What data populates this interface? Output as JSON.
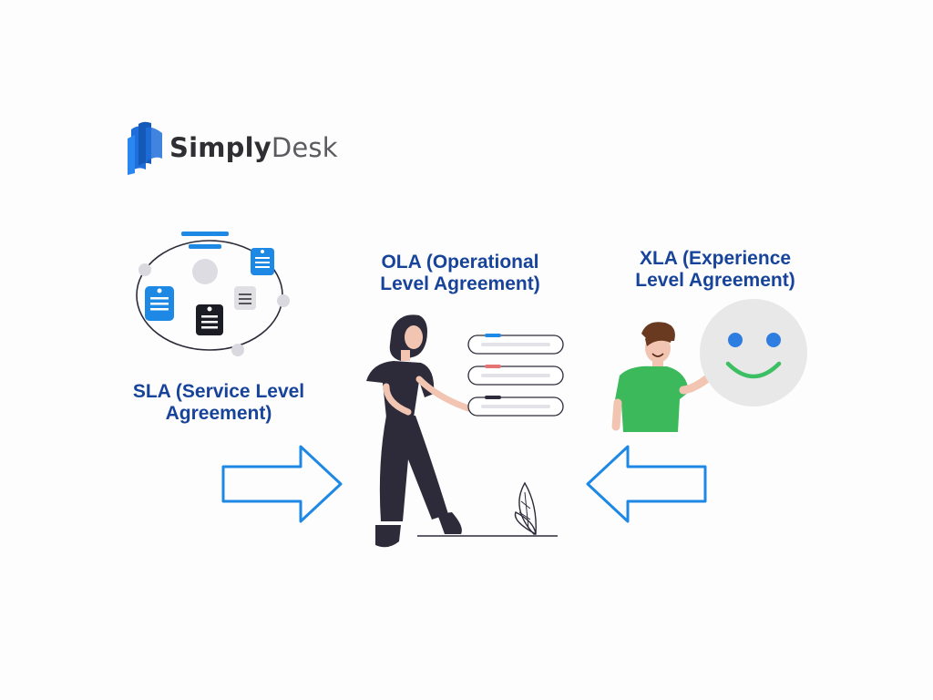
{
  "logo": {
    "brand_bold": "Simply",
    "brand_light": "Desk",
    "icon": "book-icon",
    "brand_color": "#1e6fd9"
  },
  "sla": {
    "line1": "SLA (Service Level",
    "line2": "Agreement)"
  },
  "ola": {
    "line1": "OLA (Operational",
    "line2": "Level Agreement)"
  },
  "xla": {
    "line1": "XLA (Experience",
    "line2": "Level Agreement)"
  },
  "colors": {
    "label_text": "#17449a",
    "arrow_stroke": "#1e88e5",
    "accent_blue": "#1e88e5",
    "accent_red": "#e57373",
    "dark": "#2d2b3a",
    "shirt_green": "#3cb95a",
    "smiley_face": "#e8e8e8",
    "smiley_feature": "#2e7de0",
    "smile": "#3bbf62"
  },
  "icons": {
    "arrow_right": "arrow-right-icon",
    "arrow_left": "arrow-left-icon",
    "smiley": "smiley-icon"
  }
}
